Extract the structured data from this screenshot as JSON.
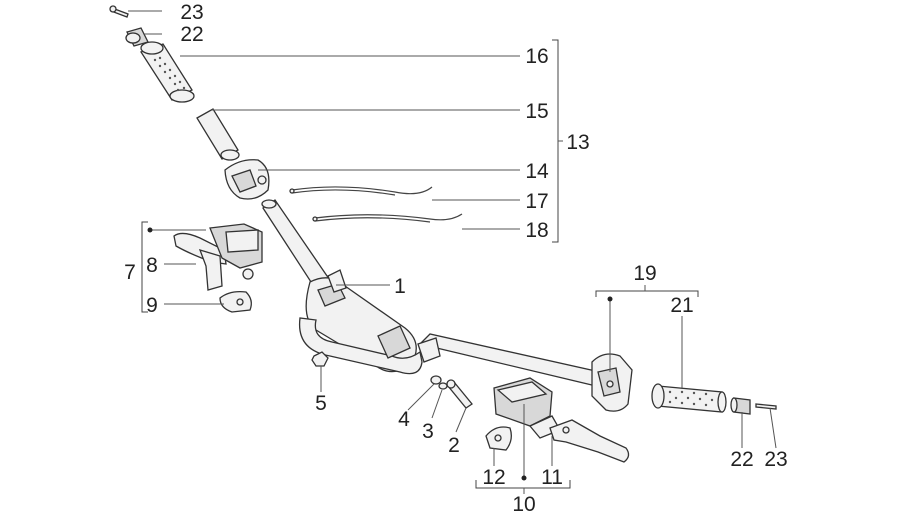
{
  "diagram": {
    "callouts": [
      "23",
      "22",
      "16",
      "15",
      "13",
      "14",
      "17",
      "18",
      "7",
      "8",
      "9",
      "1",
      "19",
      "21",
      "5",
      "4",
      "3",
      "2",
      "12",
      "11",
      "10",
      "22",
      "23"
    ]
  }
}
